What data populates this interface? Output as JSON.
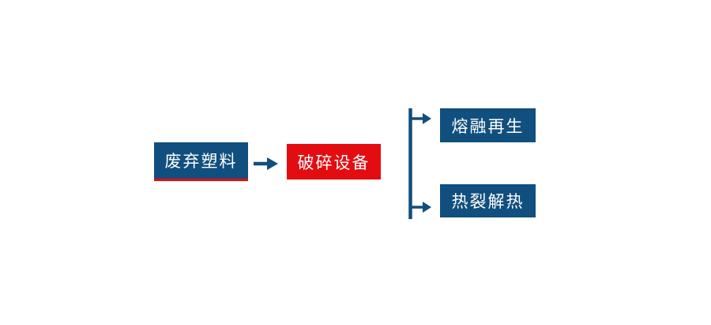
{
  "diagram": {
    "nodes": [
      {
        "id": "waste-plastic",
        "label": "废弃塑料",
        "style": "blue-with-red-underline"
      },
      {
        "id": "crushing-equipment",
        "label": "破碎设备",
        "style": "red"
      },
      {
        "id": "melt-regeneration",
        "label": "熔融再生",
        "style": "blue"
      },
      {
        "id": "pyrolysis-heat",
        "label": "热裂解热",
        "style": "blue"
      }
    ],
    "connectors": [
      {
        "from": "waste-plastic",
        "to": "crushing-equipment",
        "type": "arrow-right"
      },
      {
        "from": "crushing-equipment",
        "to": "melt-regeneration",
        "type": "branch-arrow"
      },
      {
        "from": "crushing-equipment",
        "to": "pyrolysis-heat",
        "type": "branch-arrow"
      }
    ]
  },
  "colors": {
    "node_blue": "#114f7e",
    "node_red": "#e30d11",
    "accent_underline": "#e30d11",
    "arrow_blue": "#114f7e",
    "node_text": "#ffffff",
    "background": "#ffffff"
  }
}
